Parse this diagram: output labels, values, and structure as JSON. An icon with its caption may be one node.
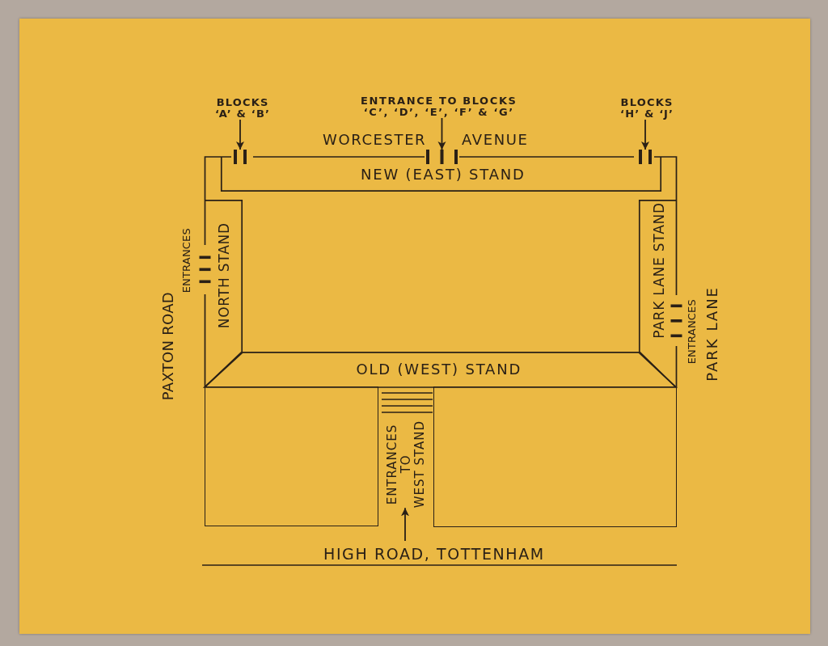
{
  "diagram": {
    "nodes": [
      {
        "text": [
          "BLOCKS ‘A’ & ‘B’"
        ]
      },
      {
        "text": [],
        "shape": "bar"
      },
      {
        "text": [
          "ENTRANCE TO BLOCKS ‘C’, ‘D’, ‘E’, ‘F’ & ‘G’"
        ]
      },
      {
        "text": [],
        "shape": "bar"
      },
      {
        "text": [
          "BLOCKS ‘H’ & ‘J’"
        ]
      },
      {
        "text": [],
        "shape": "bar"
      },
      {
        "text": [
          "NEW (EAST) STAND"
        ]
      },
      {
        "text": [
          "NORTH STAND"
        ]
      },
      {
        "text": [
          "PARK LANE STAND"
        ]
      },
      {
        "text": [
          "OLD (WEST) STAND"
        ]
      },
      {
        "text": [],
        "shape": "box"
      },
      {
        "text": [
          "ENTRANCES TO WEST STAND"
        ]
      },
      {
        "text": [],
        "shape": "box"
      }
    ],
    "edges": [
      {
        "from": 0,
        "to": 1,
        "arrow": "to"
      },
      {
        "from": 2,
        "to": 3,
        "arrow": "to"
      },
      {
        "from": 4,
        "to": 5,
        "arrow": "to"
      },
      {
        "from": null,
        "to": 11,
        "arrow": "to"
      }
    ],
    "labels": [
      "WORCESTER",
      "AVENUE",
      "PAXTON ROAD",
      "ENTRANCES",
      "ENTRANCES",
      "PARK LANE",
      "HIGH ROAD, TOTTENHAM"
    ]
  }
}
